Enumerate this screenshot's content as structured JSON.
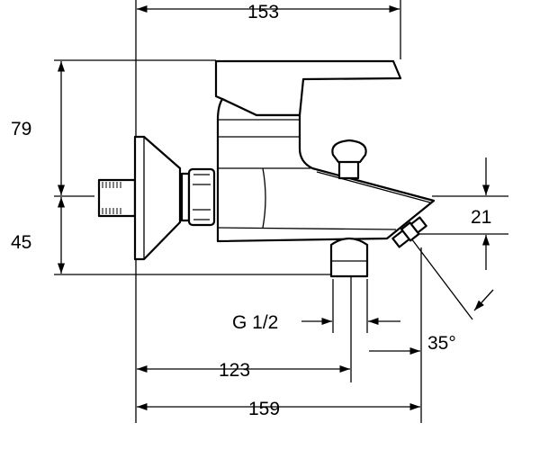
{
  "drawing": {
    "dimensions": {
      "total_height_top": "153",
      "height_above_axis": "79",
      "height_below_axis": "45",
      "spout_drop": "21",
      "thread": "G 1/2",
      "diverter_offset": "123",
      "spout_projection": "159",
      "spout_angle": "35°"
    },
    "line_color": "#000000",
    "background_color": "#ffffff"
  }
}
